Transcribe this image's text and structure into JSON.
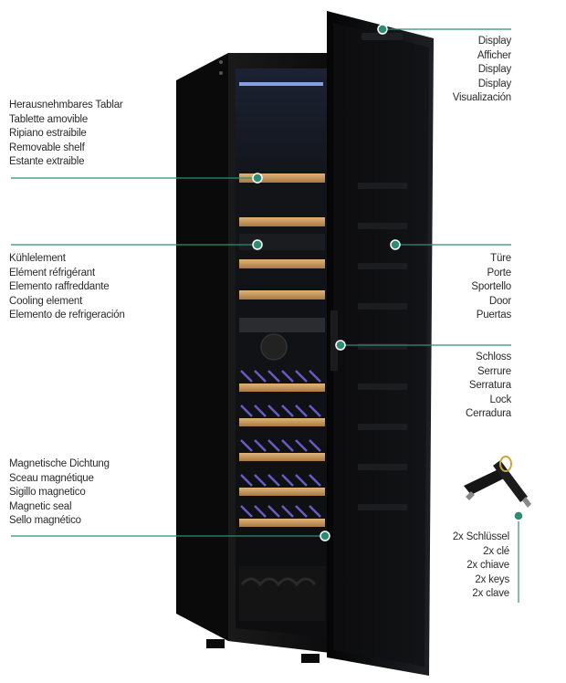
{
  "colors": {
    "accent": "#2e8c74",
    "cabinet": "#141414",
    "door": "#0c0c0e",
    "shelf_wood": "#c8995e",
    "shelf_wire": "#6a5ac8",
    "led": "#9ab8ff"
  },
  "callouts": {
    "display": {
      "icon": "display-icon",
      "lines": [
        "Display",
        "Afficher",
        "Display",
        "Display",
        "Visualización"
      ]
    },
    "removable_shelf": {
      "icon": "shelf-icon",
      "lines": [
        "Herausnehmbares Tablar",
        "Tablette amovible",
        "Ripiano estraibile",
        "Removable shelf",
        "Estante extraible"
      ]
    },
    "cooling_element": {
      "icon": "cooling-element-icon",
      "lines": [
        "Kühlelement",
        "Elément réfrigérant",
        "Elemento raffreddante",
        "Cooling element",
        "Elemento de refrigeración"
      ]
    },
    "door": {
      "icon": "door-icon",
      "lines": [
        "Türe",
        "Porte",
        "Sportello",
        "Door",
        "Puertas"
      ]
    },
    "lock": {
      "icon": "lock-icon",
      "lines": [
        "Schloss",
        "Serrure",
        "Serratura",
        "Lock",
        "Cerradura"
      ]
    },
    "magnetic_seal": {
      "icon": "seal-icon",
      "lines": [
        "Magnetische Dichtung",
        "Sceau magnétique",
        "Sigillo magnetico",
        "Magnetic seal",
        "Sello magnético"
      ]
    },
    "keys": {
      "icon": "key-icon",
      "lines": [
        "2x Schlüssel",
        "2x clé",
        "2x chiave",
        "2x keys",
        "2x clave"
      ]
    }
  }
}
